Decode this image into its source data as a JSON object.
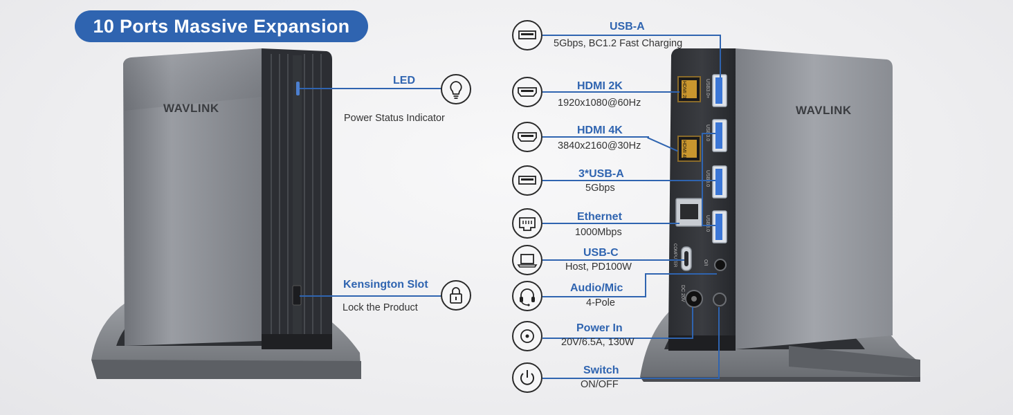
{
  "banner": {
    "title": "10 Ports Massive Expansion"
  },
  "brand": {
    "logo_text": "WAVLINK"
  },
  "front_callouts": [
    {
      "title": "LED",
      "desc": "Power Status Indicator",
      "icon": "lightbulb-icon"
    },
    {
      "title": "Kensington Slot",
      "desc": "Lock the Product",
      "icon": "padlock-icon"
    }
  ],
  "rear_callouts": [
    {
      "title": "USB-A",
      "desc": "5Gbps, BC1.2 Fast Charging",
      "icon": "usb-a-icon"
    },
    {
      "title": "HDMI 2K",
      "desc": "1920x1080@60Hz",
      "icon": "hdmi-icon"
    },
    {
      "title": "HDMI 4K",
      "desc": "3840x2160@30Hz",
      "icon": "hdmi-icon"
    },
    {
      "title": "3*USB-A",
      "desc": "5Gbps",
      "icon": "usb-a-icon"
    },
    {
      "title": "Ethernet",
      "desc": "1000Mbps",
      "icon": "ethernet-icon"
    },
    {
      "title": "USB-C",
      "desc": "Host, PD100W",
      "icon": "laptop-icon"
    },
    {
      "title": "Audio/Mic",
      "desc": "4-Pole",
      "icon": "headset-icon"
    },
    {
      "title": "Power In",
      "desc": "20V/6.5A, 130W",
      "icon": "dc-power-icon"
    },
    {
      "title": "Switch",
      "desc": "ON/OFF",
      "icon": "power-button-icon"
    }
  ],
  "port_labels": {
    "usb_top": "USB3.0+",
    "hdmi_2k": "HDMI 2K",
    "hdmi_4k": "HDMI 4K",
    "usb_2": "USB3.0",
    "usb_3": "USB3.0",
    "usb_4": "USB3.0",
    "usb_c": "COMPUTER",
    "audio": "O/I",
    "dc": "DC 20V"
  },
  "colors": {
    "accent": "#2f64b0",
    "body": "#8a8d93",
    "dark": "#2b2d31"
  }
}
